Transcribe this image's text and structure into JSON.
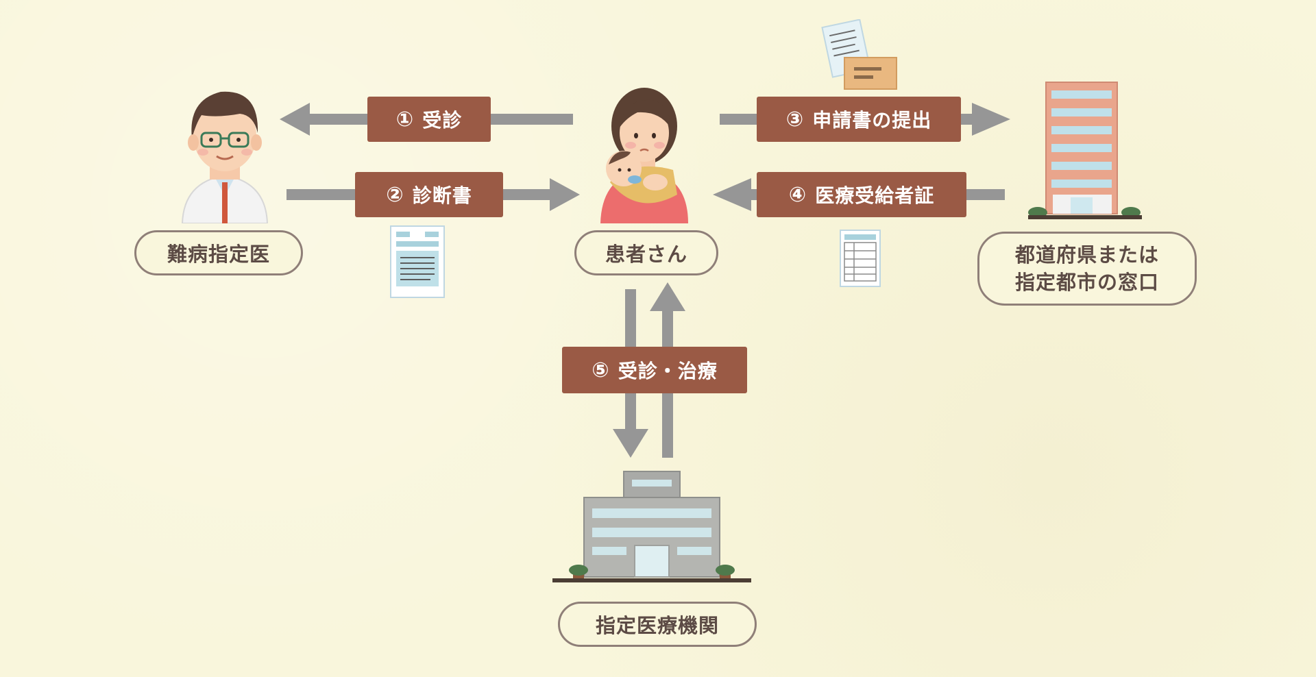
{
  "nodes": {
    "doctor": "難病指定医",
    "patient": "患者さん",
    "office_line1": "都道府県または",
    "office_line2": "指定都市の窓口",
    "hospital": "指定医療機関"
  },
  "steps": [
    {
      "num": "①",
      "label": "受診"
    },
    {
      "num": "②",
      "label": "診断書"
    },
    {
      "num": "③",
      "label": "申請書の提出"
    },
    {
      "num": "④",
      "label": "医療受給者証"
    },
    {
      "num": "⑤",
      "label": "受診・治療"
    }
  ],
  "colors": {
    "background": "#f9f6dc",
    "step_box": "#9a5a45",
    "arrow": "#969696",
    "caption_border": "#8f7f78",
    "caption_text": "#5c4b45"
  }
}
